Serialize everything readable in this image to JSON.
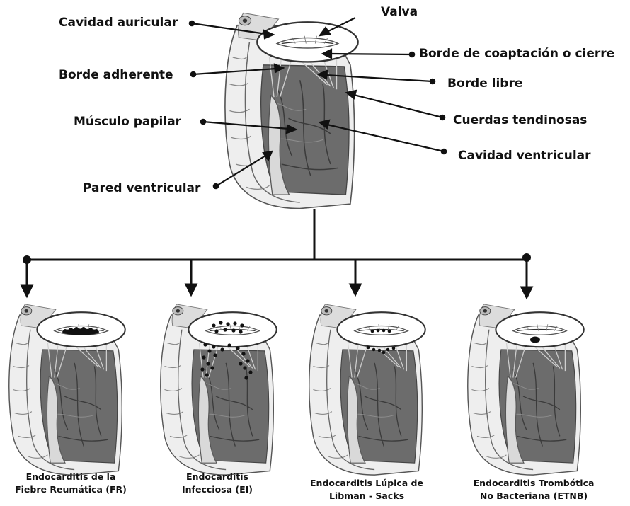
{
  "labels": {
    "cavidad_auricular": "Cavidad auricular",
    "valva": "Valva",
    "borde_coaptacion": "Borde de coaptación  o cierre",
    "borde_adherente": "Borde adherente",
    "borde_libre": "Borde libre",
    "musculo_papilar": "Músculo papilar",
    "cuerdas_tendinosas": "Cuerdas tendinosas",
    "cavidad_ventricular": "Cavidad ventricular",
    "pared_ventricular": "Pared ventricular"
  },
  "variants": [
    {
      "line1": "Endocarditis  de la",
      "line2": "Fiebre Reumática (FR)",
      "lesion": "rheumatic"
    },
    {
      "line1": "Endocarditis",
      "line2": "Infecciosa  (EI)",
      "lesion": "infective"
    },
    {
      "line1": "Endocarditis  Lúpica de",
      "line2": "Libman - Sacks",
      "lesion": "lupus"
    },
    {
      "line1": "Endocarditis  Trombótica",
      "line2": "No Bacteriana  (ETNB)",
      "lesion": "thrombotic"
    }
  ],
  "colors": {
    "ink": "#111111",
    "wall": "#e9e9e9",
    "cavity": "#6a6a6a",
    "valve": "#ffffff"
  }
}
